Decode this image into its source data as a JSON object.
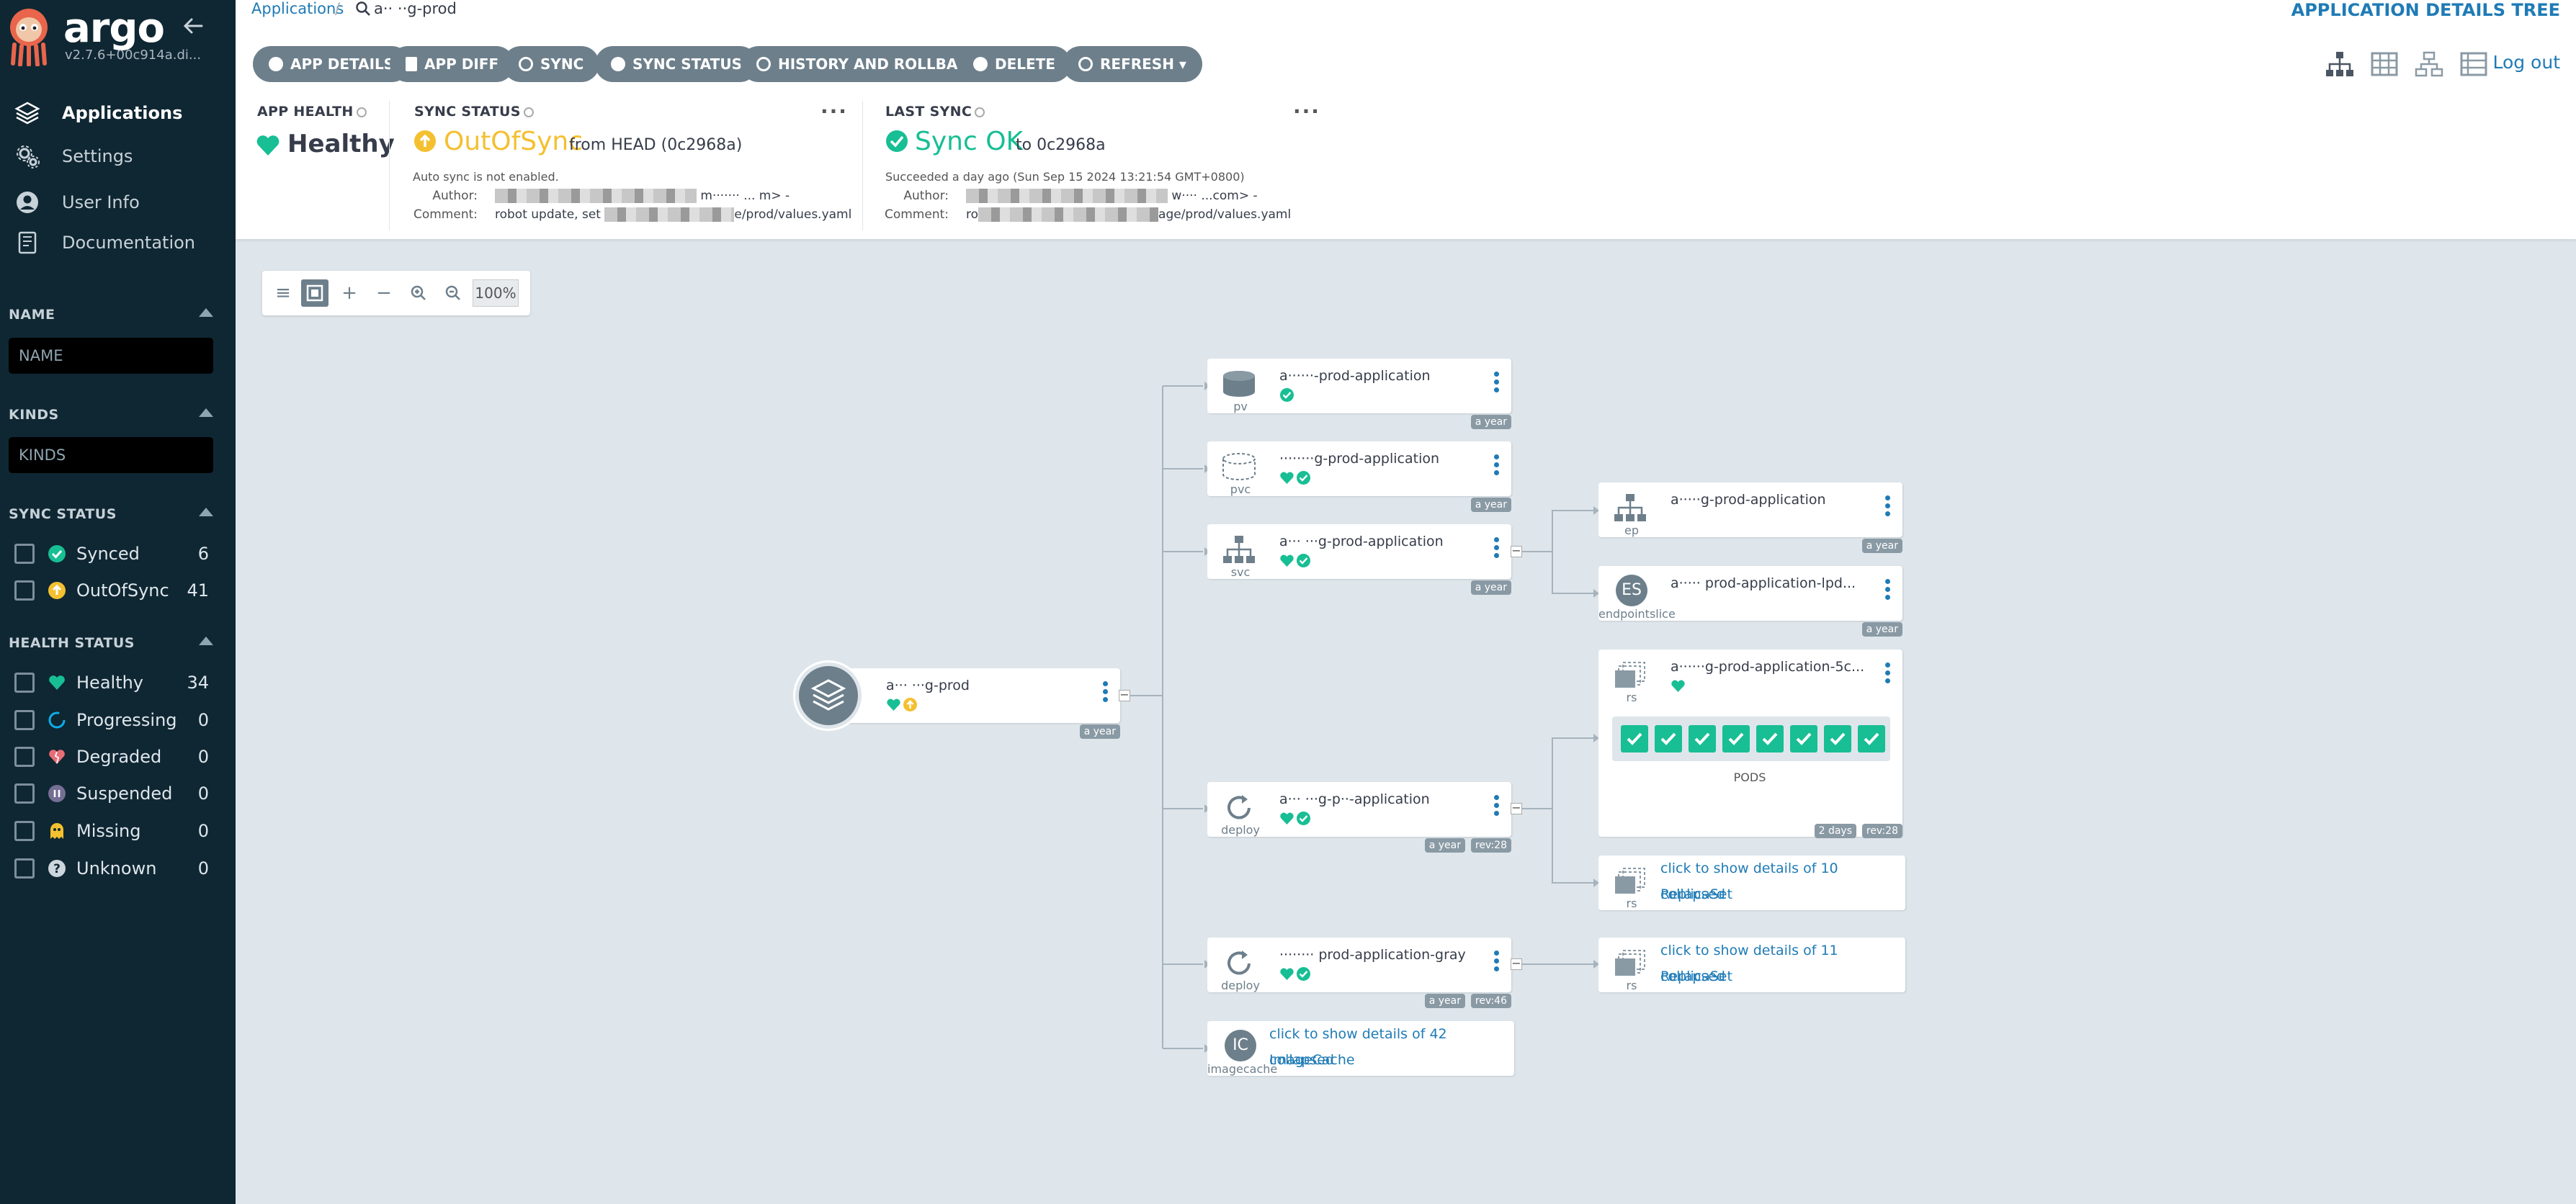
{
  "sidebar": {
    "logo_text": "argo",
    "version": "v2.7.6+00c914a.di...",
    "nav": [
      {
        "label": "Applications",
        "icon": "layers-icon"
      },
      {
        "label": "Settings",
        "icon": "gears-icon"
      },
      {
        "label": "User Info",
        "icon": "user-circle-icon"
      },
      {
        "label": "Documentation",
        "icon": "book-icon"
      }
    ],
    "name_filter": {
      "title": "NAME",
      "placeholder": "NAME"
    },
    "kinds_filter": {
      "title": "KINDS",
      "placeholder": "KINDS"
    },
    "sync_status": {
      "title": "SYNC STATUS",
      "items": [
        {
          "label": "Synced",
          "count": "6",
          "icon": "check-circle-icon",
          "color": "#18be94"
        },
        {
          "label": "OutOfSync",
          "count": "41",
          "icon": "arrow-up-circle-icon",
          "color": "#f4c030"
        }
      ]
    },
    "health_status": {
      "title": "HEALTH STATUS",
      "items": [
        {
          "label": "Healthy",
          "count": "34",
          "icon": "heart-icon",
          "color": "#18be94"
        },
        {
          "label": "Progressing",
          "count": "0",
          "icon": "spinner-icon",
          "color": "#0dadea"
        },
        {
          "label": "Degraded",
          "count": "0",
          "icon": "heart-broken-icon",
          "color": "#e96d76"
        },
        {
          "label": "Suspended",
          "count": "0",
          "icon": "pause-circle-icon",
          "color": "#766f94"
        },
        {
          "label": "Missing",
          "count": "0",
          "icon": "ghost-icon",
          "color": "#f4c030"
        },
        {
          "label": "Unknown",
          "count": "0",
          "icon": "question-circle-icon",
          "color": "#ccd6dd"
        }
      ]
    }
  },
  "header": {
    "breadcrumb": "Applications",
    "app_name": "a·· ··g-prod",
    "page_title": "APPLICATION DETAILS TREE",
    "logout": "Log out"
  },
  "toolbar": [
    {
      "label": "APP DETAILS",
      "icon": "info-icon"
    },
    {
      "label": "APP DIFF",
      "icon": "file-icon"
    },
    {
      "label": "SYNC",
      "icon": "sync-icon"
    },
    {
      "label": "SYNC STATUS",
      "icon": "info-icon"
    },
    {
      "label": "HISTORY AND ROLLBACK",
      "icon": "history-icon"
    },
    {
      "label": "DELETE",
      "icon": "times-circle-icon"
    },
    {
      "label": "REFRESH ▾",
      "icon": "redo-icon"
    }
  ],
  "status": {
    "app_health": {
      "title": "APP HEALTH",
      "value": "Healthy"
    },
    "sync_status": {
      "title": "SYNC STATUS",
      "value": "OutOfSync",
      "from": "from HEAD (0c2968a)",
      "auto_sync": "Auto sync is not enabled.",
      "author_label": "Author:",
      "author_value": "m······· ... m> -",
      "comment_label": "Comment:",
      "comment_prefix": "robot update, set",
      "comment_suffix": "e/prod/values.yaml"
    },
    "last_sync": {
      "title": "LAST SYNC",
      "value": "Sync OK",
      "to": "to 0c2968a",
      "succeeded": "Succeeded a day ago (Sun Sep 15 2024 13:21:54 GMT+0800)",
      "author_label": "Author:",
      "author_value": "w···· ...com> -",
      "comment_label": "Comment:",
      "comment_prefix": "ro",
      "comment_suffix": "age/prod/values.yaml"
    }
  },
  "zoom": {
    "level": "100%"
  },
  "tree": {
    "root": {
      "name": "a··· ···g-prod",
      "age": "a year"
    },
    "pv": {
      "kind": "pv",
      "name": "a······-prod-application",
      "age": "a year"
    },
    "pvc": {
      "kind": "pvc",
      "name": "········g-prod-application",
      "age": "a year"
    },
    "svc": {
      "kind": "svc",
      "name": "a··· ···g-prod-application",
      "age": "a year"
    },
    "deploy1": {
      "kind": "deploy",
      "name": "a··· ···g-p··-application",
      "age": "a year",
      "rev": "rev:28"
    },
    "deploy2": {
      "kind": "deploy",
      "name": "········ prod-application-gray",
      "age": "a year",
      "rev": "rev:46"
    },
    "imagecache": {
      "kind": "imagecache",
      "badge": "IC",
      "line1": "click to show details of 42 collapsed",
      "line2": "ImageCache"
    },
    "ep": {
      "kind": "ep",
      "name": "a·····g-prod-application",
      "age": "a year"
    },
    "endpointslice": {
      "kind": "endpointslice",
      "badge": "ES",
      "name": "a····· prod-application-lpd...",
      "age": "a year"
    },
    "rs_active": {
      "kind": "rs",
      "name": "a······g-prod-application-5c...",
      "age": "2 days",
      "rev": "rev:28",
      "pods_label": "PODS",
      "pod_count": 8
    },
    "rs_collapsed1": {
      "kind": "rs",
      "line1": "click to show details of 10 collapsed",
      "line2": "ReplicaSet"
    },
    "rs_collapsed2": {
      "kind": "rs",
      "line1": "click to show details of 11 collapsed",
      "line2": "ReplicaSet"
    }
  },
  "colors": {
    "healthy": "#18be94",
    "outofsync": "#f4c030",
    "link": "#1f7bb6",
    "sidebar_bg": "#0f2733"
  }
}
